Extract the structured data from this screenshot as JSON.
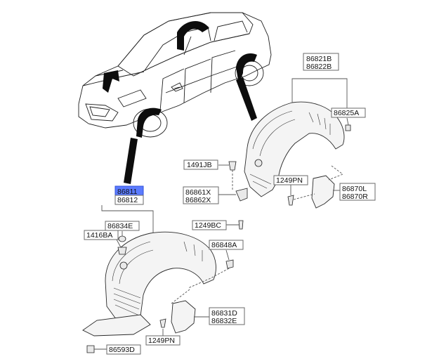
{
  "labels": {
    "p86821B": "86821B",
    "p86822B": "86822B",
    "p86825A": "86825A",
    "p1491JB": "1491JB",
    "p1249PN_top": "1249PN",
    "p86861X": "86861X",
    "p86862X": "86862X",
    "p86870L": "86870L",
    "p86870R": "86870R",
    "p1249BC": "1249BC",
    "p86811": "86811",
    "p86812": "86812",
    "p86834E": "86834E",
    "p1416BA": "1416BA",
    "p86848A": "86848A",
    "p86831D": "86831D",
    "p86832E": "86832E",
    "p1249PN_bottom": "1249PN",
    "p86593D": "86593D"
  },
  "colors": {
    "highlight": "#5b7bff",
    "box_border": "#6a6a6a",
    "line": "#555555"
  }
}
